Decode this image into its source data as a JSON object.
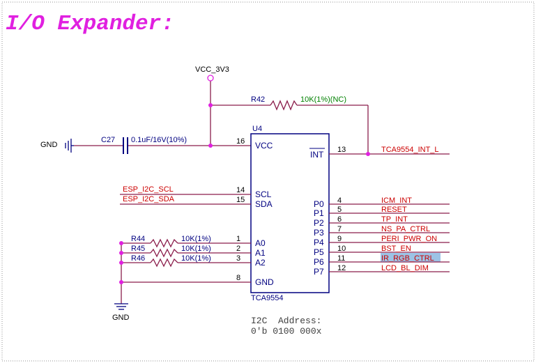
{
  "title": "I/O Expander:",
  "colors": {
    "title": "#e020e0",
    "wire": "#8a1c4a",
    "junction": "#e020e0",
    "net_label": "#cc0000",
    "component": "#000080",
    "value_green": "#008000",
    "highlight": "#9cc3e5"
  },
  "power": {
    "vcc": "VCC_3V3",
    "gnd_left": "GND",
    "gnd_bottom": "GND"
  },
  "r42": {
    "ref": "R42",
    "value": "10K(1%)(NC)"
  },
  "c27": {
    "ref": "C27",
    "value": "0.1uF/16V(10%)"
  },
  "resistors": [
    {
      "ref": "R44",
      "value": "10K(1%)"
    },
    {
      "ref": "R45",
      "value": "10K(1%)"
    },
    {
      "ref": "R46",
      "value": "10K(1%)"
    }
  ],
  "chip": {
    "ref": "U4",
    "part": "TCA9554",
    "left_pins": [
      {
        "name": "VCC",
        "num": "16"
      },
      {
        "name": "SCL",
        "num": "14"
      },
      {
        "name": "SDA",
        "num": "15"
      },
      {
        "name": "A0",
        "num": "1"
      },
      {
        "name": "A1",
        "num": "2"
      },
      {
        "name": "A2",
        "num": "3"
      },
      {
        "name": "GND",
        "num": "8"
      }
    ],
    "int_pin": {
      "name": "INT",
      "num": "13"
    },
    "right_pins": [
      {
        "name": "P0",
        "num": "4"
      },
      {
        "name": "P1",
        "num": "5"
      },
      {
        "name": "P2",
        "num": "6"
      },
      {
        "name": "P3",
        "num": "7"
      },
      {
        "name": "P4",
        "num": "9"
      },
      {
        "name": "P5",
        "num": "10"
      },
      {
        "name": "P6",
        "num": "11"
      },
      {
        "name": "P7",
        "num": "12"
      }
    ]
  },
  "nets": {
    "int": "TCA9554_INT_L",
    "scl": "ESP_I2C_SCL",
    "sda": "ESP_I2C_SDA",
    "outputs": [
      "ICM_INT",
      "RESET",
      "TP_INT",
      "NS_PA_CTRL",
      "PERI_PWR_ON",
      "BST_EN",
      "IR_RGB_CTRL",
      "LCD_BL_DIM"
    ]
  },
  "note": {
    "line1": "I2C  Address:",
    "line2": "0'b 0100 000x"
  }
}
